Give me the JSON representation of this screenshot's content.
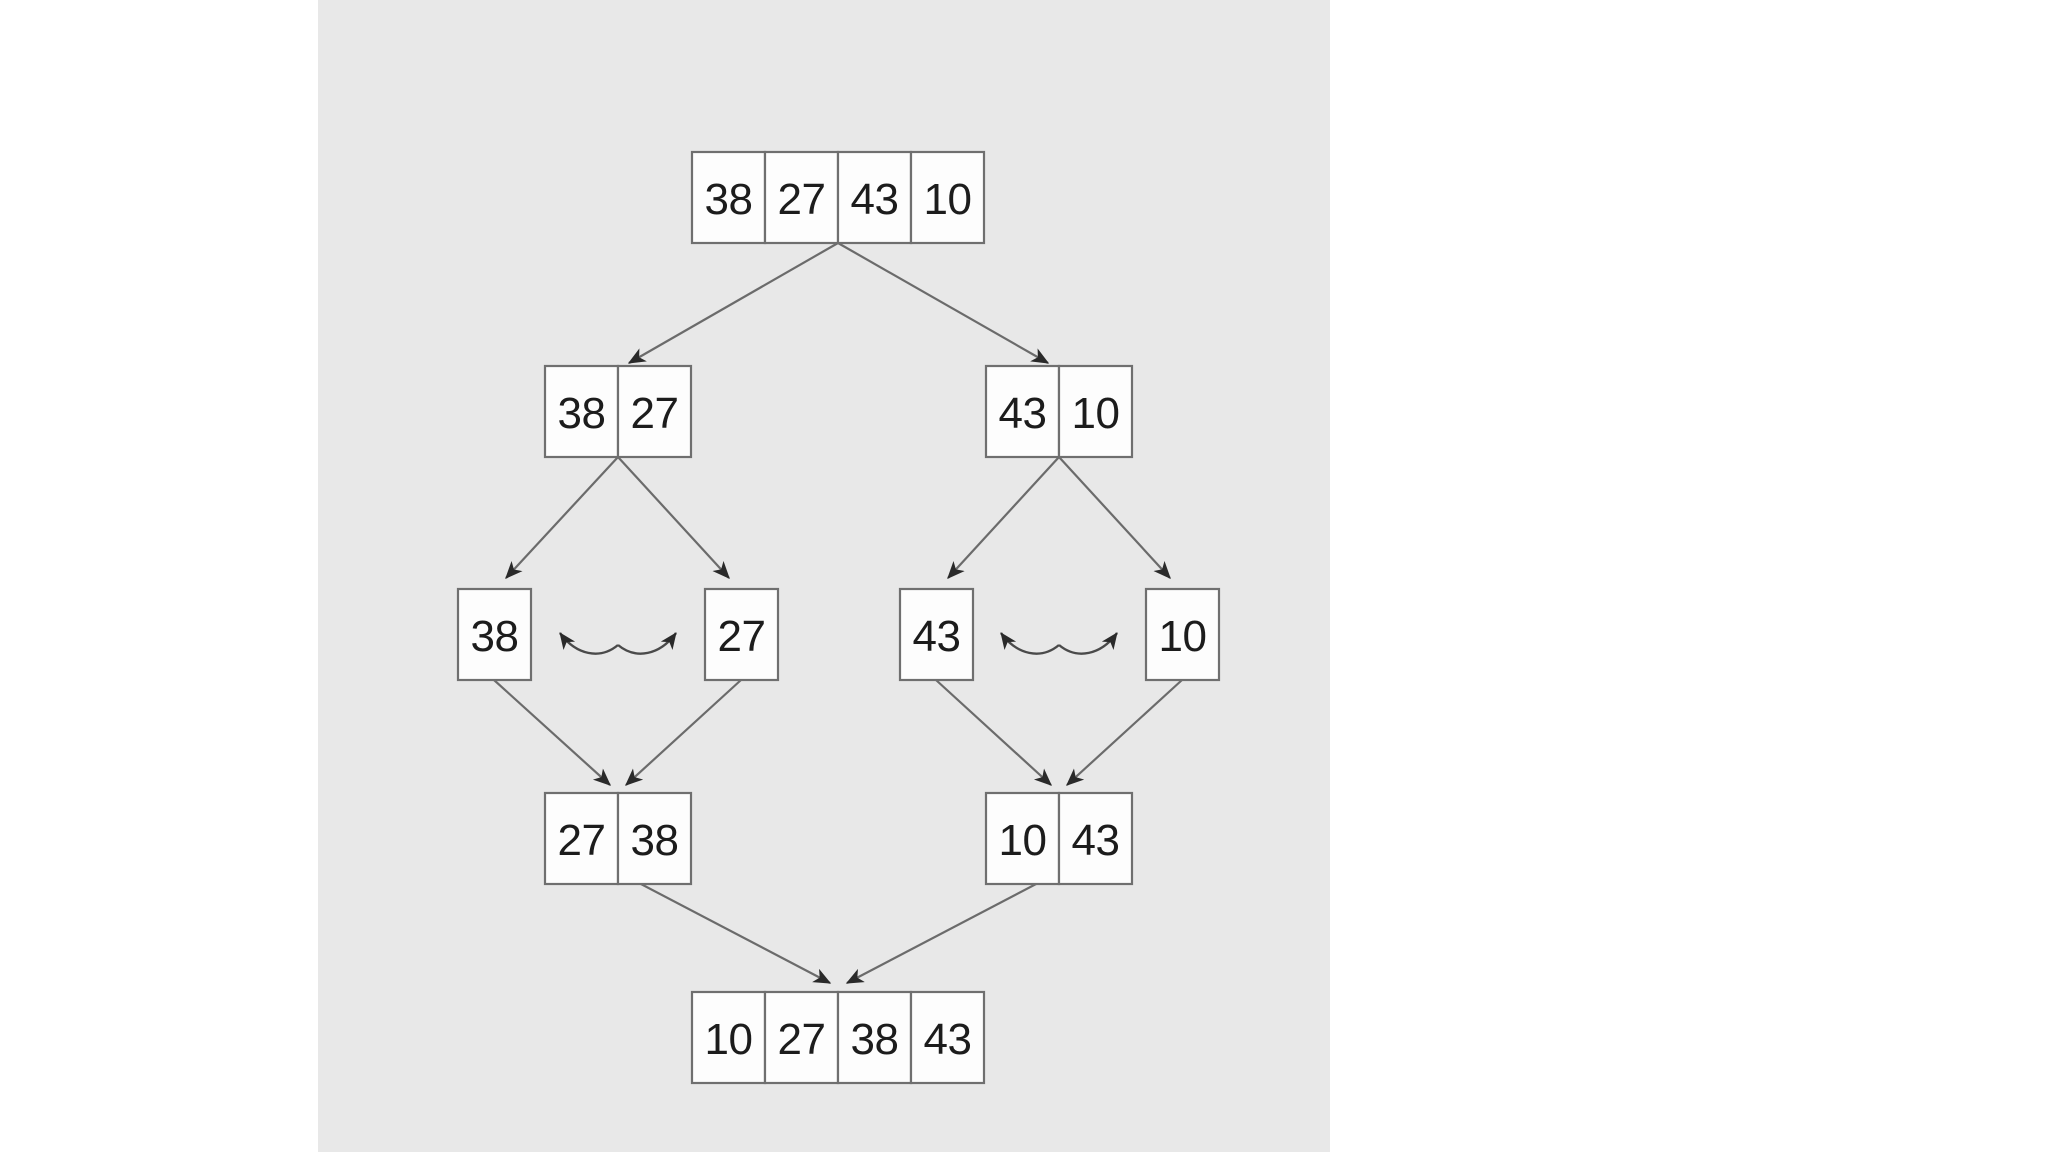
{
  "canvas": {
    "background_color": "#e8e8e8",
    "page_background_color": "#ffffff",
    "box_fill_color": "#fdfdfd",
    "box_border_color": "#6f6f6f",
    "arrow_color": "#6b6b6b",
    "text_color": "#1c1c1c"
  },
  "diagram": {
    "type": "merge-sort-recursion-tree",
    "levels": [
      {
        "level": 1,
        "phase": "divide",
        "arrays": [
          {
            "id": "root",
            "values": [
              "38",
              "27",
              "43",
              "10"
            ]
          }
        ]
      },
      {
        "level": 2,
        "phase": "divide",
        "arrays": [
          {
            "id": "left-half",
            "values": [
              "38",
              "27"
            ]
          },
          {
            "id": "right-half",
            "values": [
              "43",
              "10"
            ]
          }
        ]
      },
      {
        "level": 3,
        "phase": "base-case",
        "arrays": [
          {
            "id": "leaf-38",
            "values": [
              "38"
            ]
          },
          {
            "id": "leaf-27",
            "values": [
              "27"
            ]
          },
          {
            "id": "leaf-43",
            "values": [
              "43"
            ]
          },
          {
            "id": "leaf-10",
            "values": [
              "10"
            ]
          }
        ],
        "comparisons": [
          {
            "id": "compare-left",
            "between": [
              "38",
              "27"
            ]
          },
          {
            "id": "compare-right",
            "between": [
              "43",
              "10"
            ]
          }
        ]
      },
      {
        "level": 4,
        "phase": "merge",
        "arrays": [
          {
            "id": "merged-left",
            "values": [
              "27",
              "38"
            ]
          },
          {
            "id": "merged-right",
            "values": [
              "10",
              "43"
            ]
          }
        ]
      },
      {
        "level": 5,
        "phase": "merge",
        "arrays": [
          {
            "id": "final",
            "values": [
              "10",
              "27",
              "38",
              "43"
            ]
          }
        ]
      }
    ],
    "arrays_index": {
      "root": [
        "38",
        "27",
        "43",
        "10"
      ],
      "left_half": [
        "38",
        "27"
      ],
      "right_half": [
        "43",
        "10"
      ],
      "leaf_a": [
        "38"
      ],
      "leaf_b": [
        "27"
      ],
      "leaf_c": [
        "43"
      ],
      "leaf_d": [
        "10"
      ],
      "merged_left": [
        "27",
        "38"
      ],
      "merged_right": [
        "10",
        "43"
      ],
      "final": [
        "10",
        "27",
        "38",
        "43"
      ]
    }
  }
}
